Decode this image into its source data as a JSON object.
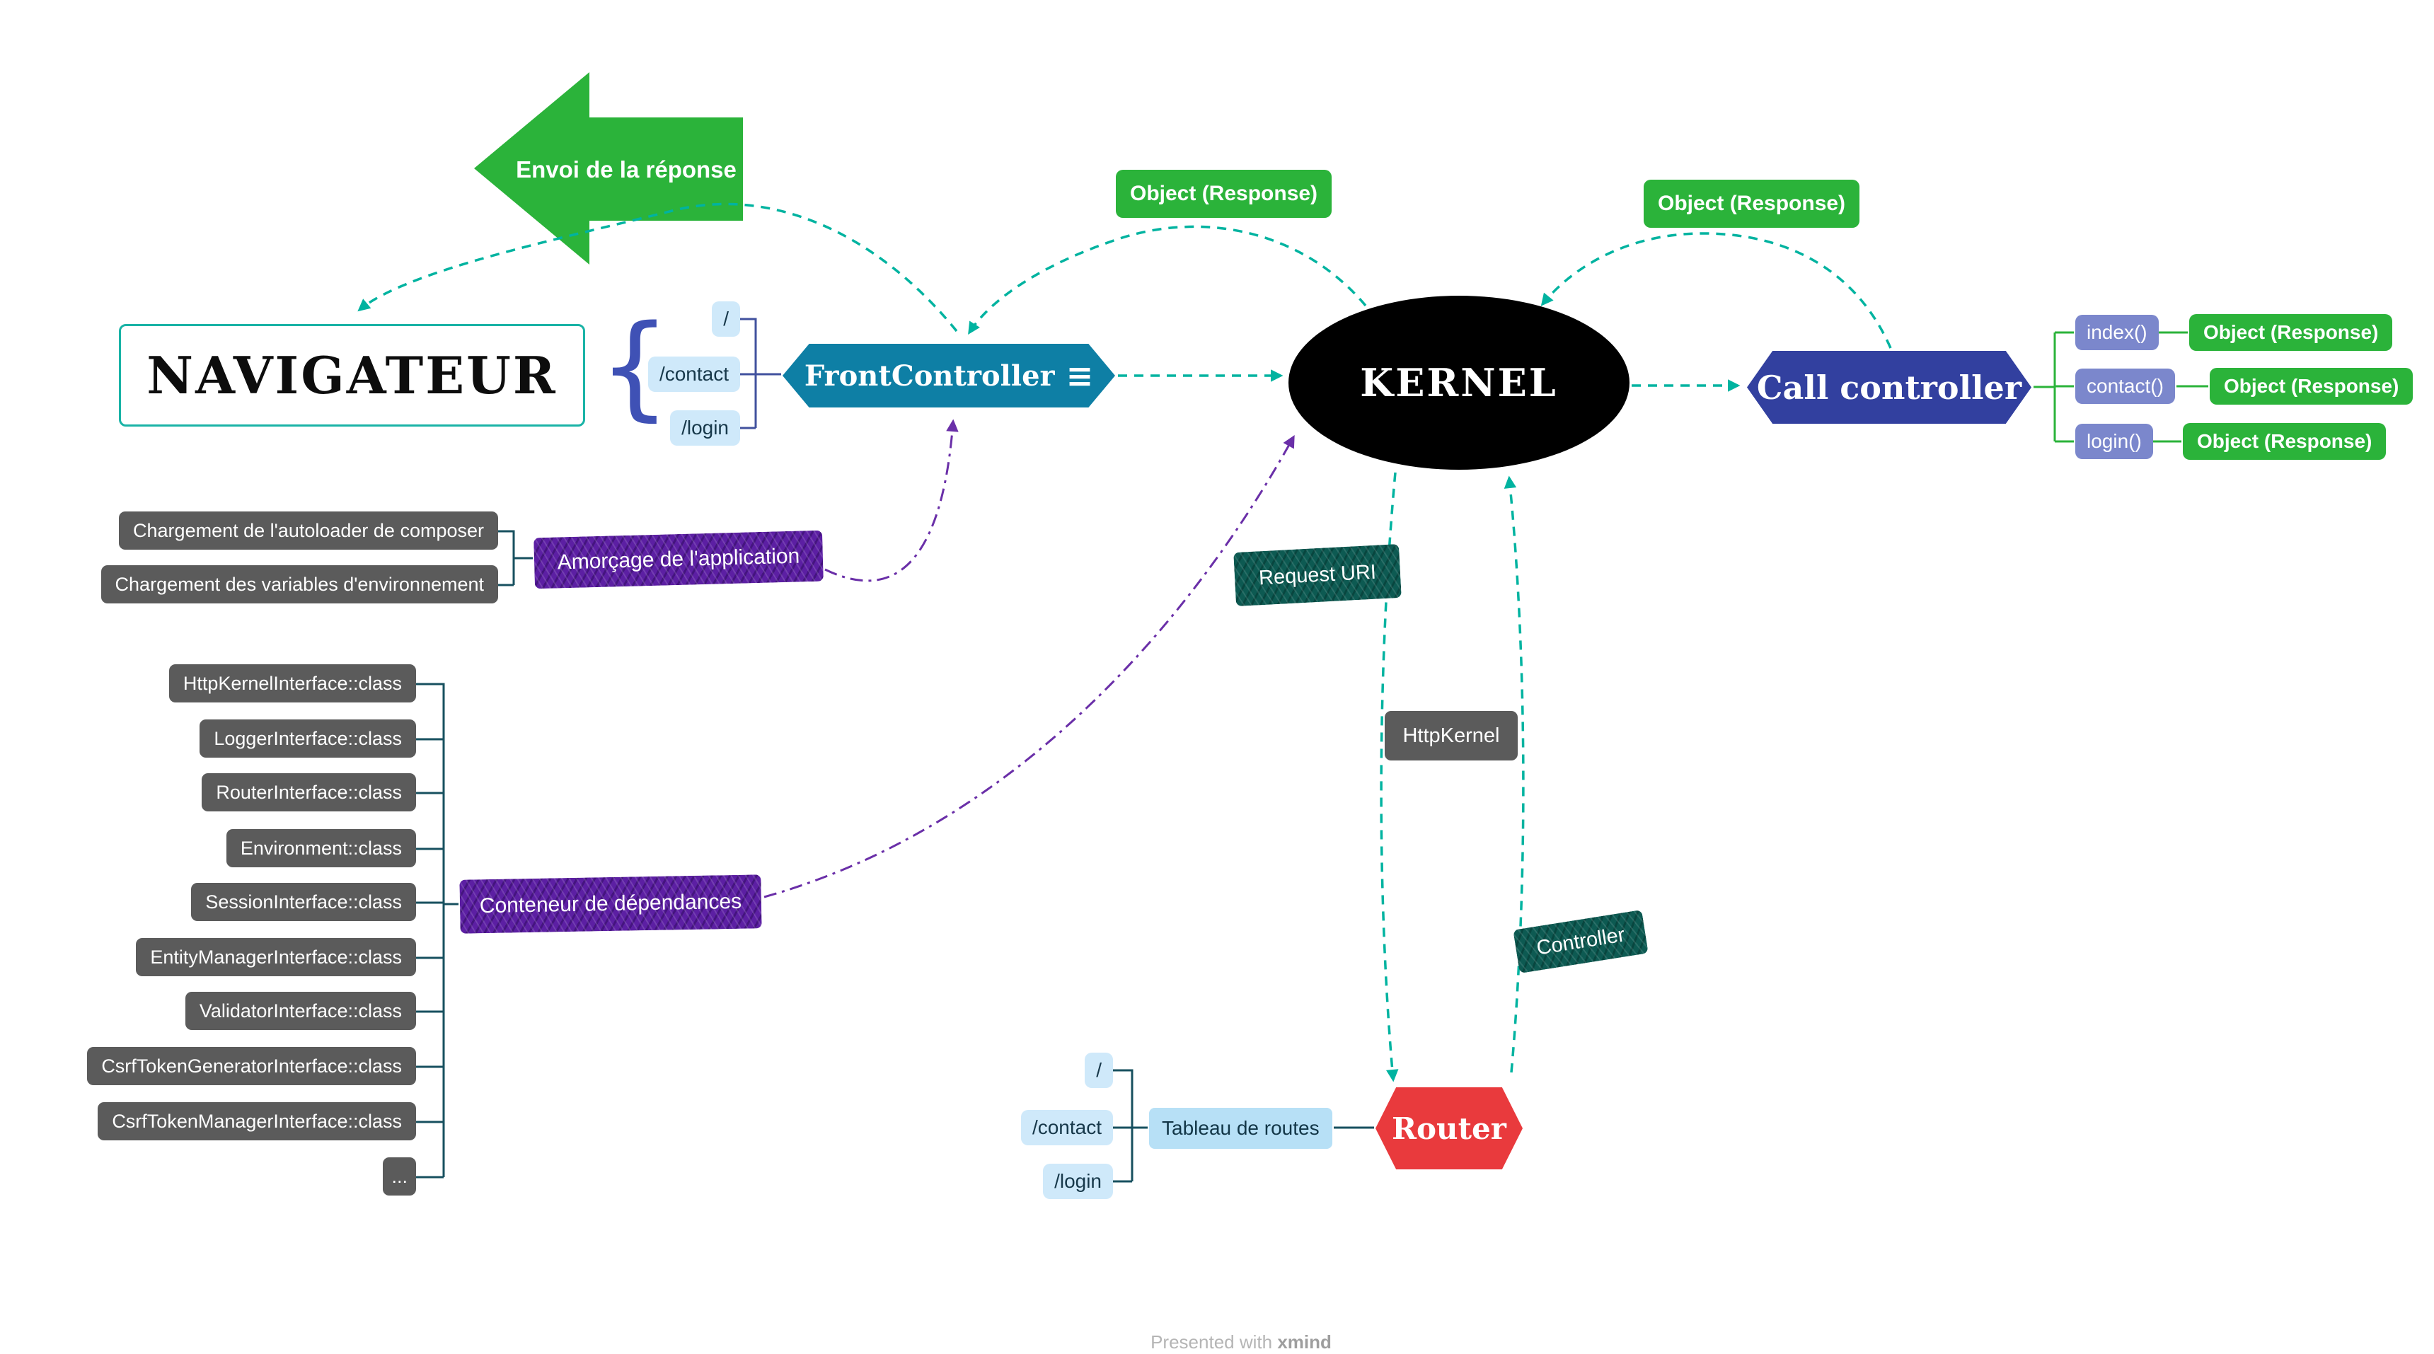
{
  "arrow": {
    "label": "Envoi de la réponse"
  },
  "navigator": {
    "label": "NAVIGATEUR"
  },
  "front_controller": {
    "label": "FrontController",
    "menu_glyph": "≡",
    "routes": [
      "/",
      "/contact",
      "/login"
    ]
  },
  "kernel": {
    "label": "KERNEL"
  },
  "call_controller": {
    "label": "Call controller",
    "methods": [
      "index()",
      "contact()",
      "login()"
    ],
    "results": [
      "Object (Response)",
      "Object (Response)",
      "Object (Response)"
    ]
  },
  "responses": {
    "to_front_controller": "Object (Response)",
    "to_kernel": "Object (Response)"
  },
  "bootstrap": {
    "label": "Amorçage de l'application",
    "steps": [
      "Chargement de l'autoloader de composer",
      "Chargement des variables d'environnement"
    ]
  },
  "container": {
    "label": "Conteneur de dépendances",
    "interfaces": [
      "HttpKernelInterface::class",
      "LoggerInterface::class",
      "RouterInterface::class",
      "Environment::class",
      "SessionInterface::class",
      "EntityManagerInterface::class",
      "ValidatorInterface::class",
      "CsrfTokenGeneratorInterface::class",
      "CsrfTokenManagerInterface::class",
      "..."
    ]
  },
  "labels": {
    "request_uri": "Request  URI",
    "http_kernel": "HttpKernel",
    "controller": "Controller"
  },
  "router": {
    "label": "Router",
    "routes": [
      "/",
      "/contact",
      "/login"
    ],
    "routes_table": "Tableau de routes"
  },
  "footer": {
    "presented": "Presented with",
    "brand": "xmind"
  },
  "colors": {
    "teal_link": "#00b3a0",
    "green": "#2bb33a",
    "purple": "#5c1fa3",
    "dark_teal": "#0d5a52",
    "front_controller": "#0e7fa5",
    "call_controller": "#32409f",
    "router_red": "#e93a3d",
    "kernel_black": "#000000",
    "indigo_pill": "#7b87cc",
    "light_blue_pill": "#cfe9fa"
  }
}
